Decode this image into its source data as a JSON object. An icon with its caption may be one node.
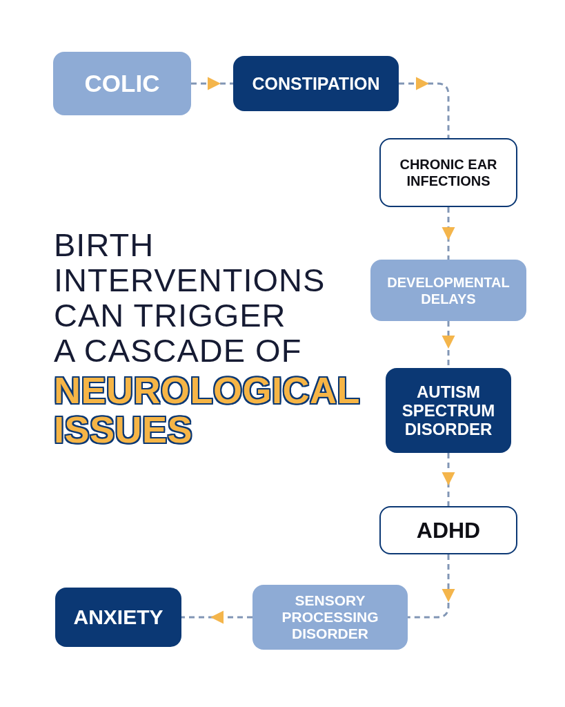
{
  "diagram": {
    "title": "BIRTH INTERVENTIONS CAN TRIGGER A CASCADE OF **NEUROLOGICAL ISSUES**",
    "nodes": [
      {
        "text": [
          "COLIC"
        ]
      },
      {
        "text": [
          "CONSTIPATION"
        ]
      },
      {
        "text": [
          "CHRONIC EAR INFECTIONS"
        ]
      },
      {
        "text": [
          "DEVELOPMENTAL DELAYS"
        ]
      },
      {
        "text": [
          "AUTISM SPECTRUM DISORDER"
        ]
      },
      {
        "text": [
          "ADHD"
        ]
      },
      {
        "text": [
          "SENSORY PROCESSING DISORDER"
        ]
      },
      {
        "text": [
          "ANXIETY"
        ]
      }
    ],
    "edges": [
      {
        "from": 0,
        "to": 1,
        "arrow": "to"
      },
      {
        "from": 1,
        "to": 2,
        "arrow": "to"
      },
      {
        "from": 2,
        "to": 3,
        "arrow": "to"
      },
      {
        "from": 3,
        "to": 4,
        "arrow": "to"
      },
      {
        "from": 4,
        "to": 5,
        "arrow": "to"
      },
      {
        "from": 5,
        "to": 6,
        "arrow": "to"
      },
      {
        "from": 6,
        "to": 7,
        "arrow": "to"
      }
    ]
  }
}
